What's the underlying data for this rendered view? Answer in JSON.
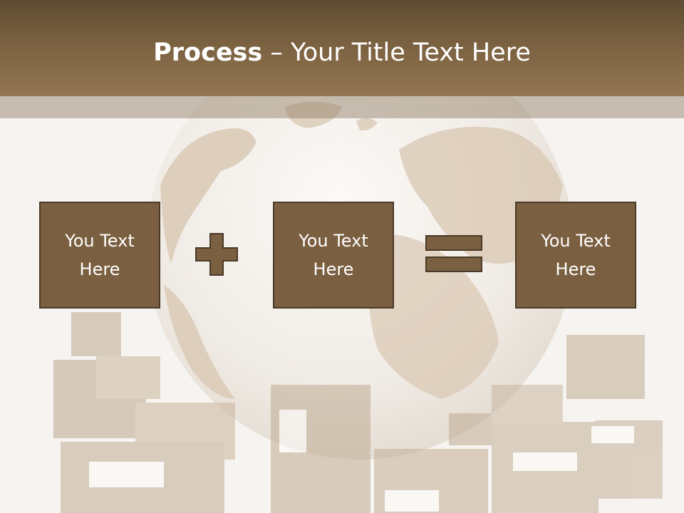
{
  "slide": {
    "title_bold": "Process",
    "title_rest": " – Your Title Text Here"
  },
  "process": {
    "boxes": [
      {
        "text": "You Text\nHere"
      },
      {
        "text": "You Text\nHere"
      },
      {
        "text": "You Text\nHere"
      }
    ],
    "operators": [
      "plus-icon",
      "equals-icon"
    ]
  },
  "colors": {
    "title_bar": "#7a6140",
    "box_fill": "#7a5f40",
    "box_border": "#4a3a28",
    "operator_fill": "#7a5f40"
  }
}
